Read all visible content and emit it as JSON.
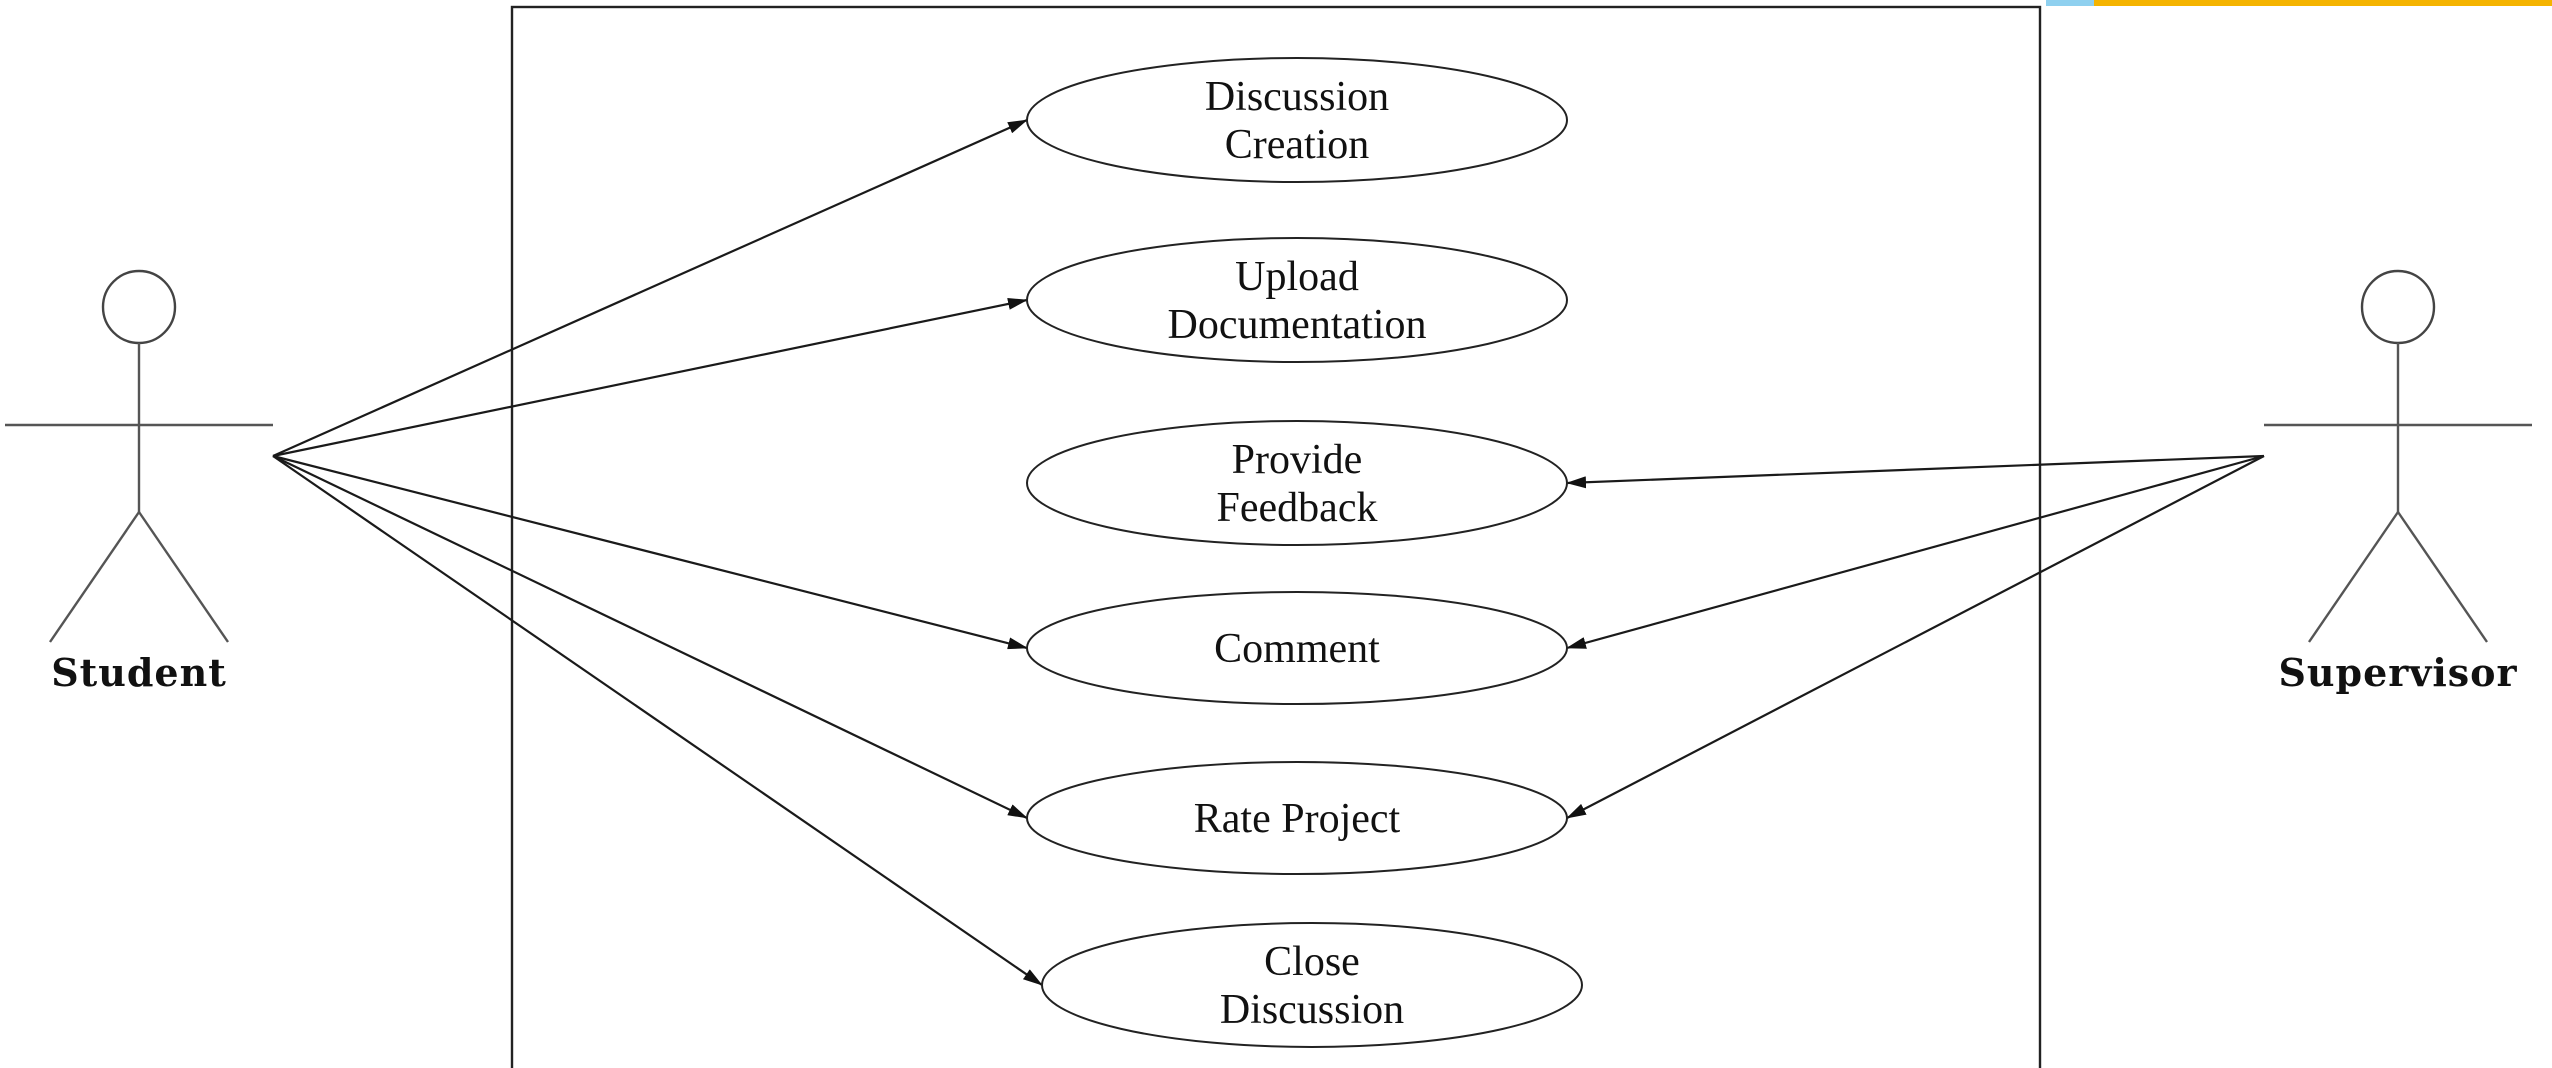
{
  "diagram": {
    "actors": [
      {
        "id": "student",
        "name": "Student"
      },
      {
        "id": "supervisor",
        "name": "Supervisor"
      }
    ],
    "use_cases": [
      {
        "id": "discussion-creation",
        "lines": [
          "Discussion",
          "Creation"
        ]
      },
      {
        "id": "upload-documentation",
        "lines": [
          "Upload",
          "Documentation"
        ]
      },
      {
        "id": "provide-feedback",
        "lines": [
          "Provide",
          "Feedback"
        ]
      },
      {
        "id": "comment",
        "lines": [
          "Comment"
        ]
      },
      {
        "id": "rate-project",
        "lines": [
          "Rate Project"
        ]
      },
      {
        "id": "close-discussion",
        "lines": [
          "Close",
          "Discussion"
        ]
      }
    ],
    "associations": [
      {
        "from": "student",
        "to": "discussion-creation"
      },
      {
        "from": "student",
        "to": "upload-documentation"
      },
      {
        "from": "student",
        "to": "comment"
      },
      {
        "from": "student",
        "to": "rate-project"
      },
      {
        "from": "student",
        "to": "close-discussion"
      },
      {
        "from": "supervisor",
        "to": "provide-feedback"
      },
      {
        "from": "supervisor",
        "to": "comment"
      },
      {
        "from": "supervisor",
        "to": "rate-project"
      }
    ],
    "colors": {
      "line": "#1a1a1a",
      "accent_bar": "#f5b400",
      "accent_bar_left": "#8fd0ef"
    }
  }
}
